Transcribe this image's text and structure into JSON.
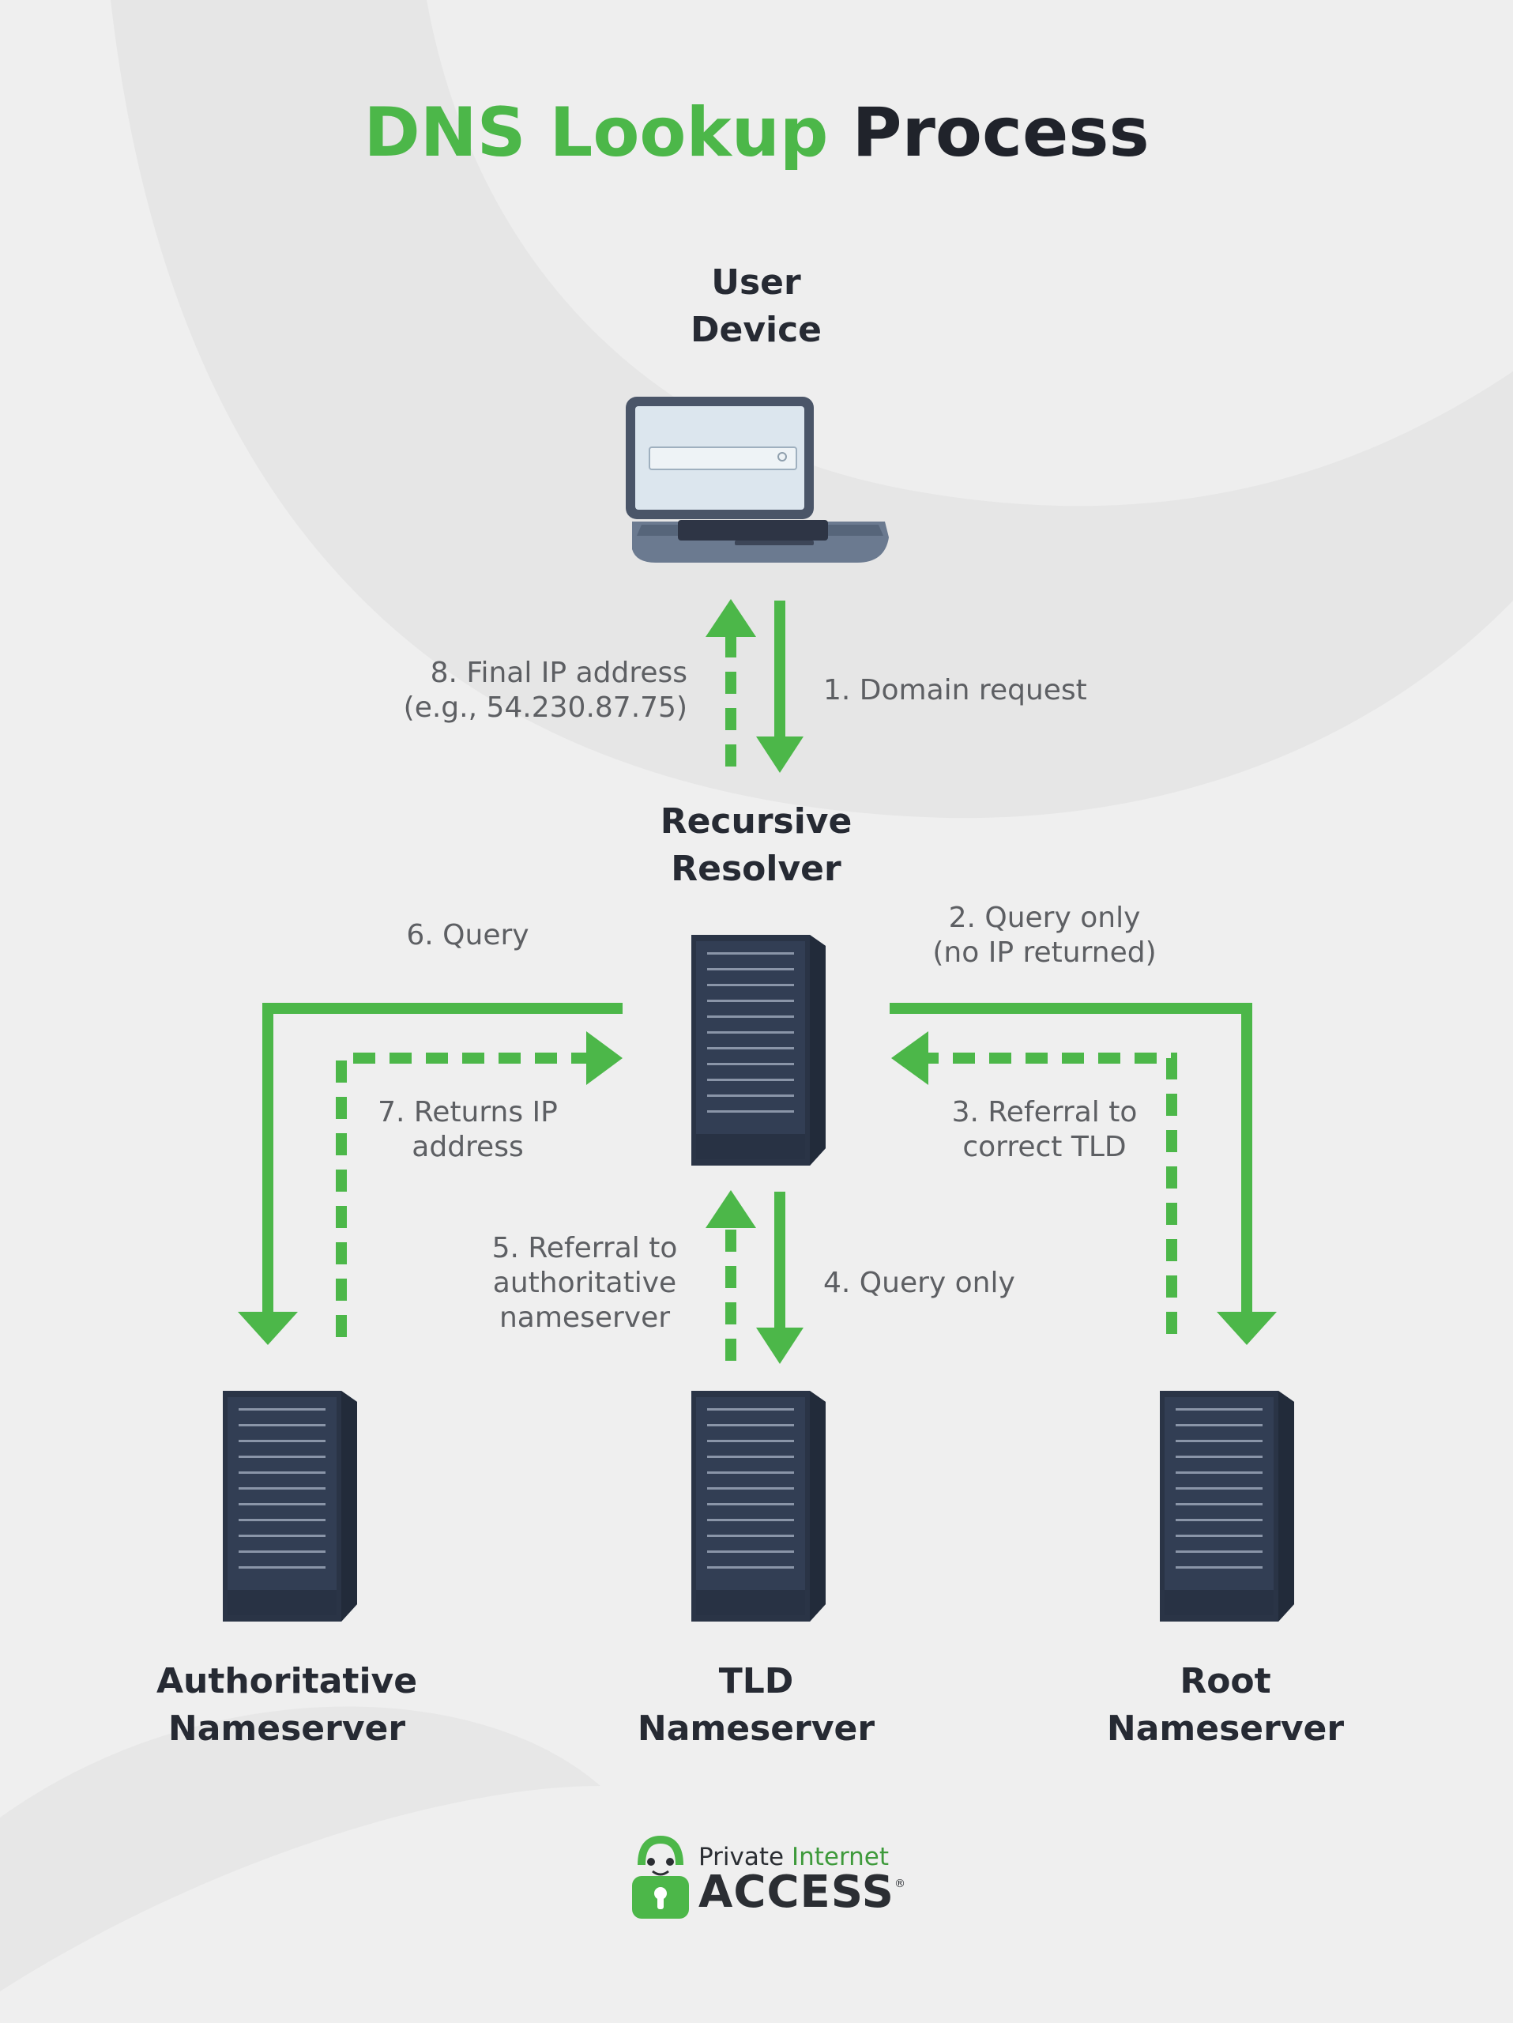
{
  "title": {
    "highlight": "DNS Lookup",
    "rest": "Process"
  },
  "colors": {
    "accent": "#4cb749",
    "dark_text": "#20232b",
    "edge_text": "#5d5f63",
    "server": "#2f3a4d"
  },
  "nodes": {
    "user_device": {
      "line1": "User",
      "line2": "Device",
      "icon": "laptop-icon"
    },
    "recursive_resolver": {
      "line1": "Recursive",
      "line2": "Resolver",
      "icon": "server-icon"
    },
    "authoritative": {
      "line1": "Authoritative",
      "line2": "Nameserver",
      "icon": "server-icon"
    },
    "tld": {
      "line1": "TLD",
      "line2": "Nameserver",
      "icon": "server-icon"
    },
    "root": {
      "line1": "Root",
      "line2": "Nameserver",
      "icon": "server-icon"
    }
  },
  "edges": [
    {
      "step": 1,
      "line1": "1. Domain request",
      "style": "solid",
      "from": "user_device",
      "to": "recursive_resolver"
    },
    {
      "step": 2,
      "line1": "2. Query only",
      "line2": "(no IP returned)",
      "style": "solid",
      "from": "recursive_resolver",
      "to": "root"
    },
    {
      "step": 3,
      "line1": "3. Referral to",
      "line2": "correct TLD",
      "style": "dashed",
      "from": "root",
      "to": "recursive_resolver"
    },
    {
      "step": 4,
      "line1": "4. Query only",
      "style": "solid",
      "from": "recursive_resolver",
      "to": "tld"
    },
    {
      "step": 5,
      "line1": "5. Referral to",
      "line2": "authoritative",
      "line3": "nameserver",
      "style": "dashed",
      "from": "tld",
      "to": "recursive_resolver"
    },
    {
      "step": 6,
      "line1": "6. Query",
      "style": "solid",
      "from": "recursive_resolver",
      "to": "authoritative"
    },
    {
      "step": 7,
      "line1": "7. Returns IP",
      "line2": "address",
      "style": "dashed",
      "from": "authoritative",
      "to": "recursive_resolver"
    },
    {
      "step": 8,
      "line1": "8. Final IP address",
      "line2": "(e.g., 54.230.87.75)",
      "style": "dashed",
      "from": "recursive_resolver",
      "to": "user_device"
    }
  ],
  "logo": {
    "part1": "Private",
    "part2": "Internet",
    "part3": "ACCESS",
    "mark": "®",
    "icon": "padlock-mascot-icon"
  }
}
